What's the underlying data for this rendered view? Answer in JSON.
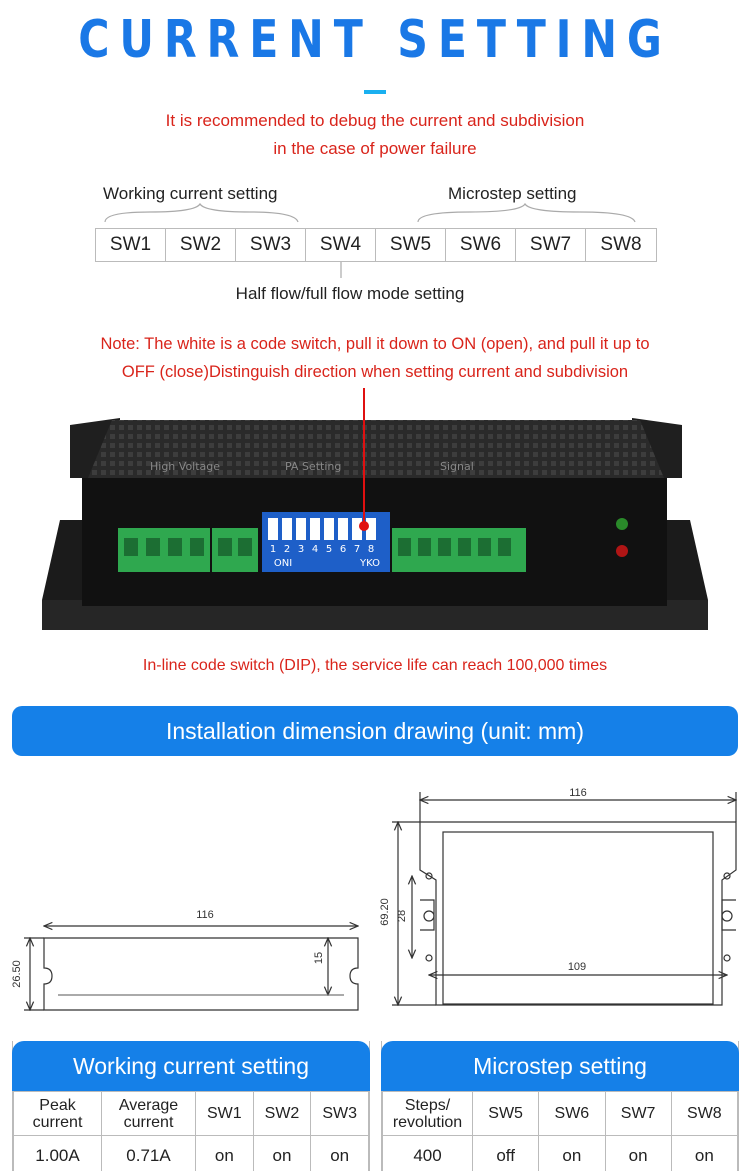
{
  "title": "CURRENT SETTING",
  "recommend_line1": "It is recommended to debug the current and subdivision",
  "recommend_line2": "in the case of power failure",
  "group_labels": {
    "working_current": "Working current setting",
    "microstep": "Microstep setting",
    "half_full": "Half flow/full flow mode setting"
  },
  "switches": [
    "SW1",
    "SW2",
    "SW3",
    "SW4",
    "SW5",
    "SW6",
    "SW7",
    "SW8"
  ],
  "note_line1": "Note: The white is a code switch, pull it down to ON (open), and pull it up to",
  "note_line2": "OFF (close)Distinguish direction when setting current and subdivision",
  "device": {
    "section_labels": [
      "High Voltage",
      "PA Setting",
      "Signal"
    ],
    "dip_numbers": [
      "1",
      "2",
      "3",
      "4",
      "5",
      "6",
      "7",
      "8"
    ],
    "dip_on_label": "ONI",
    "dip_brand_label": "YKO"
  },
  "dip_note": "In-line code switch (DIP), the service life can reach 100,000 times",
  "install_banner": "Installation dimension drawing (unit: mm)",
  "dimensions": {
    "side_length": "116",
    "side_height": "26.50",
    "side_inner": "15",
    "top_length": "116",
    "top_height": "69.20",
    "top_hole_spacing": "28",
    "top_hole_length": "109"
  },
  "current_table": {
    "title": "Working current setting",
    "headers": [
      "Peak\ncurrent",
      "Average\ncurrent",
      "SW1",
      "SW2",
      "SW3"
    ],
    "rows": [
      [
        "1.00A",
        "0.71A",
        "on",
        "on",
        "on"
      ]
    ]
  },
  "microstep_table": {
    "title": "Microstep setting",
    "headers": [
      "Steps/\nrevolution",
      "SW5",
      "SW6",
      "SW7",
      "SW8"
    ],
    "rows": [
      [
        "400",
        "off",
        "on",
        "on",
        "on"
      ]
    ]
  },
  "colors": {
    "title_blue": "#1a78e6",
    "banner_blue": "#1580e8",
    "note_red": "#d9241b",
    "terminal_green": "#2fa84f",
    "dip_blue": "#1e5fc8"
  }
}
